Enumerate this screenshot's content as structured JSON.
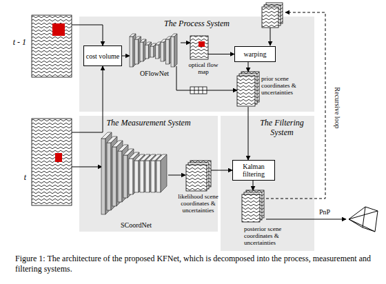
{
  "diagram": {
    "caption": "Figure 1: The architecture of the proposed KFNet, which is decomposed into the process, measurement and filtering systems.",
    "nodes": [
      {
        "text": [
          "t - 1"
        ]
      },
      {
        "text": [
          "The Process System"
        ]
      },
      {
        "text": [
          "cost volume"
        ],
        "in": 1
      },
      {
        "text": [
          "OFlowNet"
        ],
        "in": 1
      },
      {
        "text": [
          "optical flow map"
        ],
        "in": 1
      },
      {
        "text": [
          "warping"
        ],
        "in": 1
      },
      {
        "text": [
          "prior scene coordinates & uncertainties"
        ],
        "in": 1
      },
      {
        "text": [
          "t"
        ]
      },
      {
        "text": [
          "The Measurement System"
        ]
      },
      {
        "text": [
          "SCoordNet"
        ],
        "in": 8
      },
      {
        "text": [
          "likelihood scene coordinates & uncertainties"
        ],
        "in": 8
      },
      {
        "text": [
          "The Filtering System"
        ]
      },
      {
        "text": [
          "Kalman filtering"
        ],
        "in": 11
      },
      {
        "text": [
          "posterior scene coordinates & uncertainties"
        ],
        "in": 11
      }
    ],
    "edges": [
      {
        "from": 0,
        "to": 2,
        "arrow": "to"
      },
      {
        "from": 7,
        "to": 2,
        "arrow": "to"
      },
      {
        "from": 2,
        "to": 3,
        "arrow": "to"
      },
      {
        "from": 3,
        "to": 4,
        "arrow": "to"
      },
      {
        "from": 4,
        "to": 5,
        "arrow": "to"
      },
      {
        "from": 5,
        "to": 6,
        "arrow": "to"
      },
      {
        "from": 3,
        "to": 6,
        "arrow": "to"
      },
      {
        "from": 7,
        "to": 9,
        "arrow": "to"
      },
      {
        "from": 9,
        "to": 10,
        "arrow": "to"
      },
      {
        "from": 10,
        "to": 12,
        "arrow": "to"
      },
      {
        "from": 6,
        "to": 12,
        "arrow": "to"
      },
      {
        "from": 12,
        "to": 13,
        "arrow": "to"
      }
    ],
    "labels": [
      "Recursive loop",
      "PnP"
    ]
  }
}
